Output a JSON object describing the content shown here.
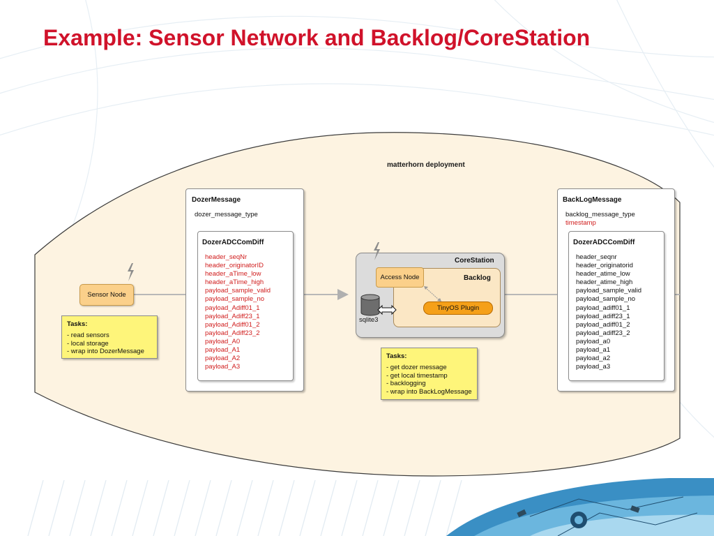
{
  "slide": {
    "title": "Example: Sensor Network and Backlog/CoreStation"
  },
  "deployment": {
    "label": "matterhorn deployment"
  },
  "sensor_node": {
    "label": "Sensor Node",
    "tasks_heading": "Tasks:",
    "tasks": [
      "- read sensors",
      "- local storage",
      "- wrap into DozerMessage"
    ]
  },
  "dozer_message": {
    "title": "DozerMessage",
    "type_field": "dozer_message_type",
    "inner_title": "DozerADCComDiff",
    "fields": [
      "header_seqNr",
      "header_originatorID",
      "header_aTime_low",
      "header_aTime_high",
      "payload_sample_valid",
      "payload_sample_no",
      "payload_Adiff01_1",
      "payload_Adiff23_1",
      "payload_Adiff01_2",
      "payload_Adiff23_2",
      "payload_A0",
      "payload_A1",
      "payload_A2",
      "payload_A3"
    ],
    "field_color": "#d01c1c"
  },
  "core_station": {
    "label": "CoreStation",
    "backlog_label": "Backlog",
    "access_node_label": "Access Node",
    "plugin_label": "TinyOS Plugin",
    "db_label": "sqlite3",
    "tasks_heading": "Tasks:",
    "tasks": [
      "- get dozer message",
      "- get local timestamp",
      "- backlogging",
      "- wrap into BackLogMessage"
    ]
  },
  "backlog_message": {
    "title": "BackLogMessage",
    "type_field": "backlog_message_type",
    "timestamp_field": "timestamp",
    "inner_title": "DozerADCComDiff",
    "fields": [
      "header_seqnr",
      "header_originatorid",
      "header_atime_low",
      "header_atime_high",
      "payload_sample_valid",
      "payload_sample_no",
      "payload_adiff01_1",
      "payload_adiff23_1",
      "payload_adiff01_2",
      "payload_adiff23_2",
      "payload_a0",
      "payload_a1",
      "payload_a2",
      "payload_a3"
    ]
  },
  "colors": {
    "title_red": "#d0122a",
    "deployment_fill": "#fdf3e1",
    "node_orange": "#fbd08a",
    "plugin_orange": "#f5a019",
    "task_yellow": "#fef57a",
    "corestation_gray": "#dcdcdc"
  },
  "icons": [
    "lightning-icon",
    "database-cylinder-icon",
    "double-arrow-icon",
    "globe-graphic"
  ]
}
